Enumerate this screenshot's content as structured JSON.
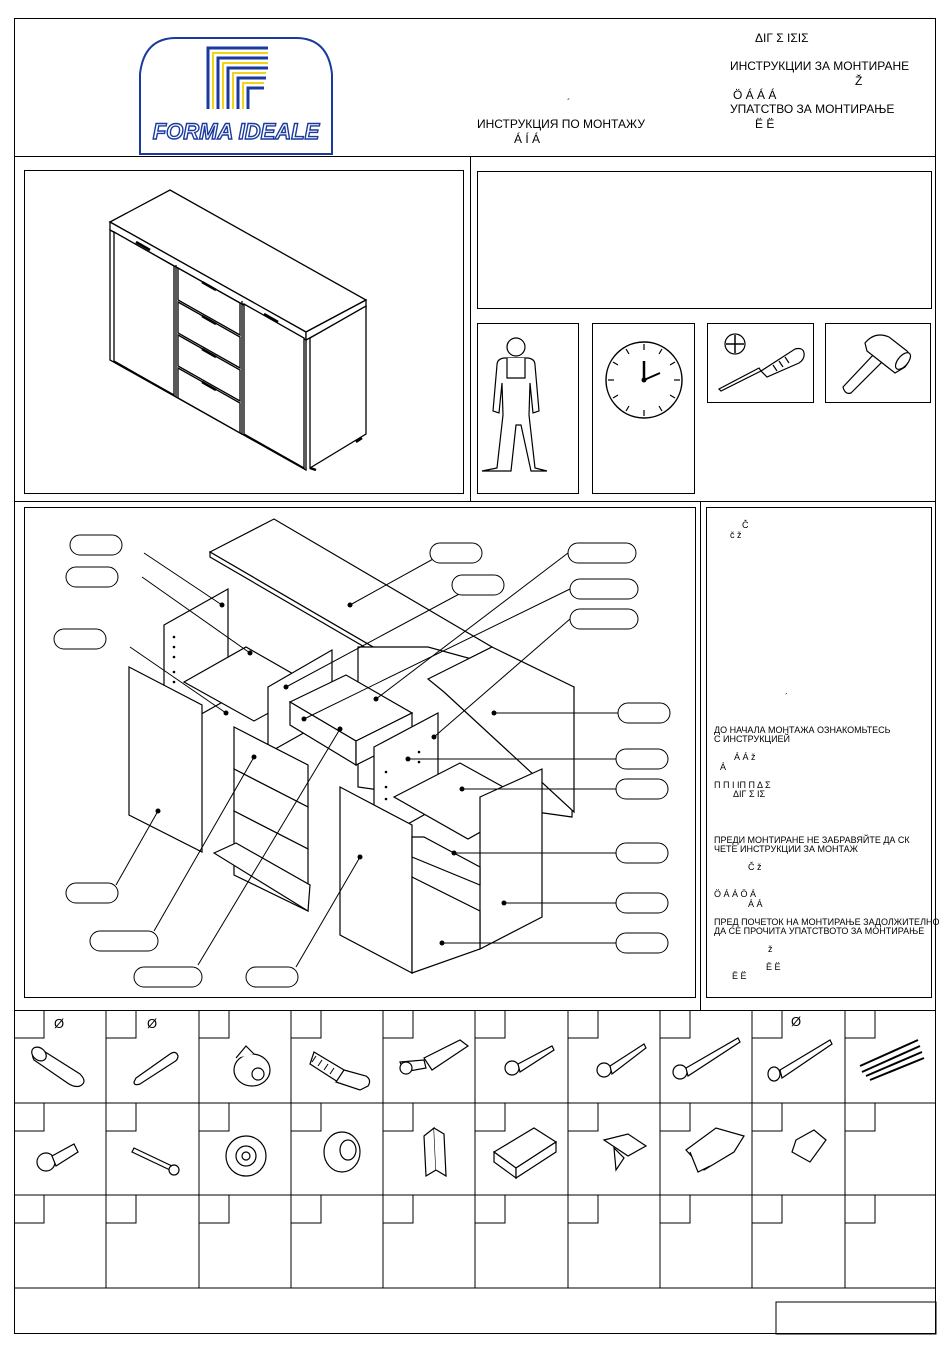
{
  "brand": {
    "name": "FORMA IDEALE"
  },
  "header": {
    "line1": "ΔΙΓ   Σ     ΙΣΙΣ",
    "line2": "ИНСТРУКЦИИ ЗА МОНТИРАНЕ",
    "line3a": "Ž",
    "line3": "Ö       Á        Á              Á",
    "line4": "УПАТСТВО ЗА МОНТИРАЊЕ",
    "line5": "Ë              Ë",
    "mid_accent": "´",
    "mid_line1": "ИНСТРУКЦИЯ ПО МОНТАЖУ",
    "mid_line2": "Á    Í    Á"
  },
  "instructions": {
    "p1a": "Č",
    "p1b": "č                                             ž",
    "p2": "´",
    "p3a": "ДО НАЧАЛА МОНТАЖА ОЗНАКОМЬТЕСЬ",
    "p3b": "С ИНСТРУКЦИЕЙ",
    "p4a": "Á                 Á                                            ž",
    "p4b": "Á",
    "p5a": "Π       Π     Ι         ΙΠ   Π        Δ      Σ",
    "p5b": "ΔΙΓ   Σ    ΙΣ",
    "p6a": "ПРЕДИ МОНТИРАНЕ НЕ ЗАБРАВЯЙТЕ ДА СК",
    "p6b": "ЧЕТЕ ИНСТРУКЦИИ ЗА МОНТАЖ",
    "p7": "Č                               ž",
    "p8a": "Ö        Á    Á     Ö      Á",
    "p8b": "Á                 Á",
    "p9a": "ПРЕД ПОЧЕТОК НА МОНТИРАЊЕ ЗАДОЛЖИТЕЛНО",
    "p9b": "ДА СЕ ПРОЧИТА УПАТСТВОТО ЗА МОНТИРАЊЕ",
    "p10a": "ž",
    "p10b": "Ë                     Ë",
    "p10c": "Ë           Ë"
  },
  "hardware": {
    "diameter_symbol": "Ø"
  }
}
